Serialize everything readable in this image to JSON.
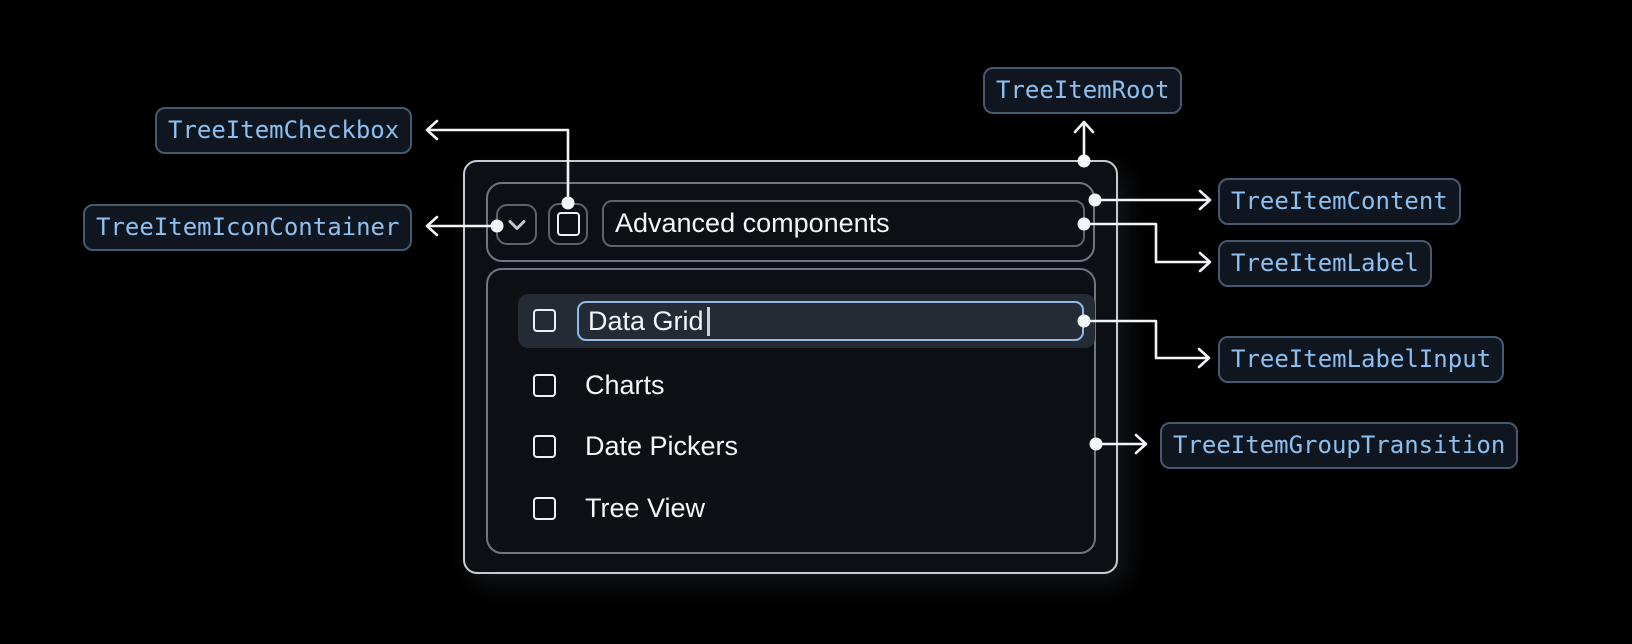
{
  "annotations": {
    "badges": {
      "checkbox": "TreeItemCheckbox",
      "icon_container": "TreeItemIconContainer",
      "root": "TreeItemRoot",
      "content": "TreeItemContent",
      "label": "TreeItemLabel",
      "label_input": "TreeItemLabelInput",
      "group_transition": "TreeItemGroupTransition"
    },
    "colors": {
      "badge_text": "#8cc0f0",
      "badge_border": "#47596f",
      "badge_background": "#10161f",
      "arrow": "#f2f5f8"
    }
  },
  "tree": {
    "parent_item": {
      "label": "Advanced components",
      "expand_icon": "chevron-down-icon",
      "checkbox_checked": false
    },
    "editing_item": {
      "input_value": "Data Grid",
      "has_caret": true,
      "checkbox_checked": false
    },
    "child_items": [
      {
        "label": "Charts",
        "checkbox_checked": false
      },
      {
        "label": "Date Pickers",
        "checkbox_checked": false
      },
      {
        "label": "Tree View",
        "checkbox_checked": false
      }
    ],
    "colors": {
      "container_border": "#c6ccd4",
      "inner_border": "#6e7681",
      "control_border": "#5c646f",
      "input_focus_border": "#90bbea",
      "row_highlight": "#242b35",
      "surface": "#0c1015",
      "text": "#f4f6f8"
    }
  }
}
